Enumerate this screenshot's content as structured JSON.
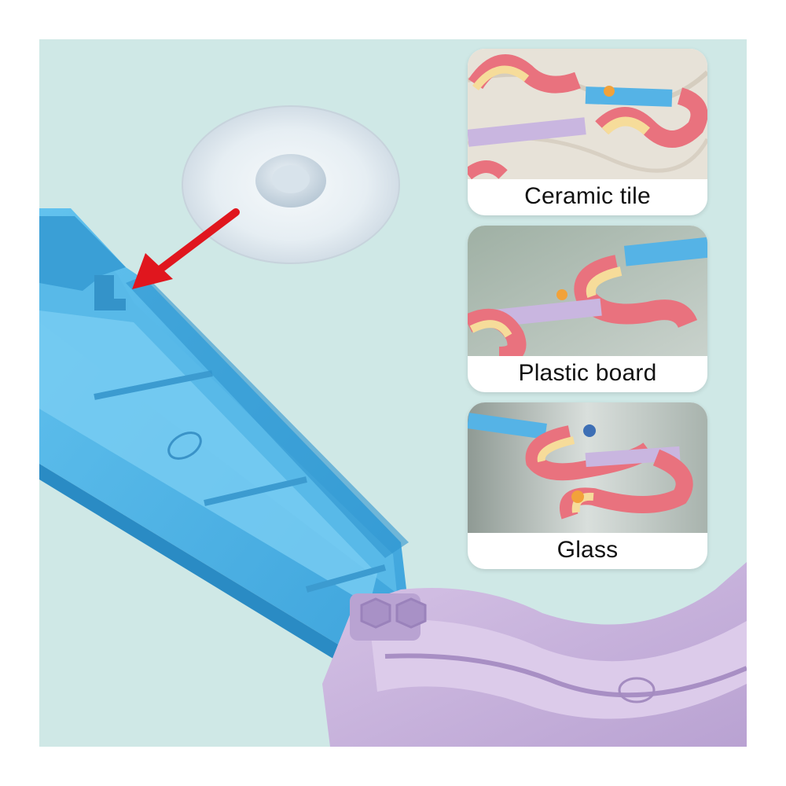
{
  "colors": {
    "background": "#cfe8e6",
    "track_blue": "#4db0e3",
    "track_purple": "#c9b3dd",
    "arrow_red": "#e0161e",
    "track_pink": "#e9727e",
    "track_yellow": "#f6dc9a"
  },
  "icons": {
    "suction_cup": "suction-cup-icon",
    "arrow": "arrow-icon"
  },
  "cards": [
    {
      "label": "Ceramic tile"
    },
    {
      "label": "Plastic board"
    },
    {
      "label": "Glass"
    }
  ]
}
